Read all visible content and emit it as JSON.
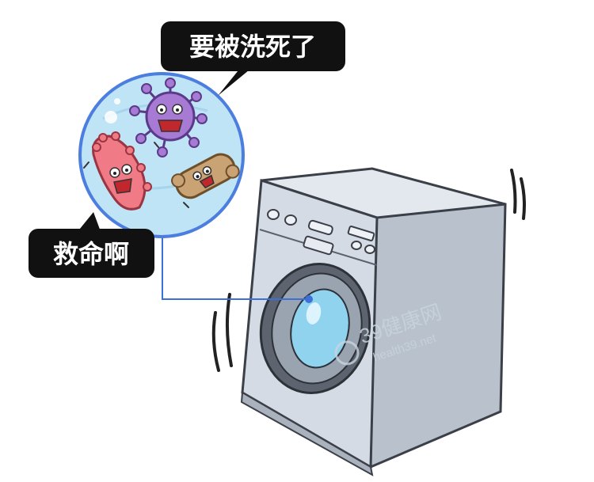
{
  "speech": {
    "top": "要被洗死了",
    "left": "救命啊"
  },
  "watermark": {
    "brand": "39健康网",
    "site": "health39.net"
  },
  "colors": {
    "bubble_bg": "#111111",
    "bubble_text": "#ffffff",
    "connector": "#3d6fd8",
    "circle_fill": "#bfe4f5",
    "circle_stroke": "#4c7ee0",
    "washer_body": "#cfd6e0",
    "washer_dark": "#6a7280",
    "door_glass": "#8fd3ef",
    "virus_purple": "#a77ad4",
    "virus_red": "#f07a86",
    "virus_brown": "#c9a374"
  },
  "icons": [
    "washing-machine-icon",
    "virus-icon",
    "bacteria-icon"
  ]
}
